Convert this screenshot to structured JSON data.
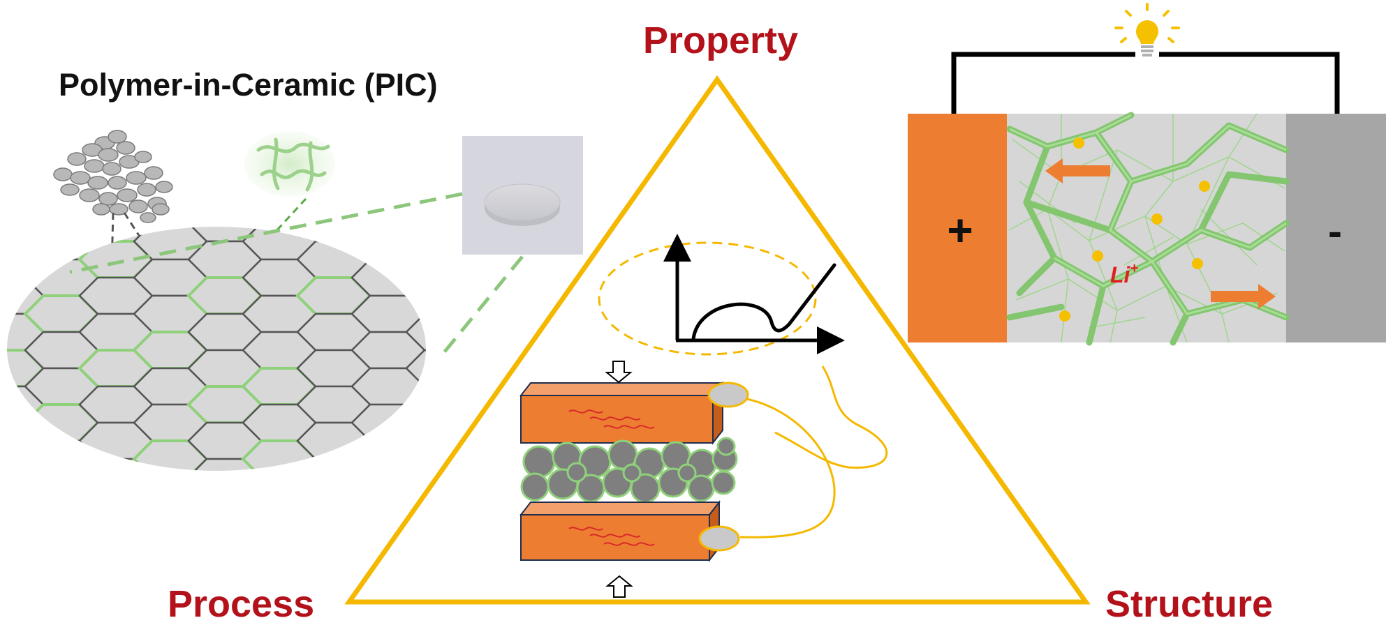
{
  "labels": {
    "property": "Property",
    "process": "Process",
    "structure": "Structure",
    "pic_title": "Polymer-in-Ceramic (PIC)",
    "battery_plus": "+",
    "battery_minus": "-",
    "ion_base": "Li",
    "ion_charge": "+"
  },
  "colors": {
    "label_red": "#b3121b",
    "triangle_gold": "#f5b800",
    "electrode_orange": "#ed7d31",
    "electrode_gray": "#a6a6a6",
    "polymer_green": "#7fc66a",
    "ceramic_gray": "#808080",
    "ion_yellow": "#f5c000"
  },
  "icons": {
    "bulb": "light-bulb-icon",
    "arrow_down": "arrow-down-outline-icon",
    "arrow_up": "arrow-up-outline-icon"
  }
}
